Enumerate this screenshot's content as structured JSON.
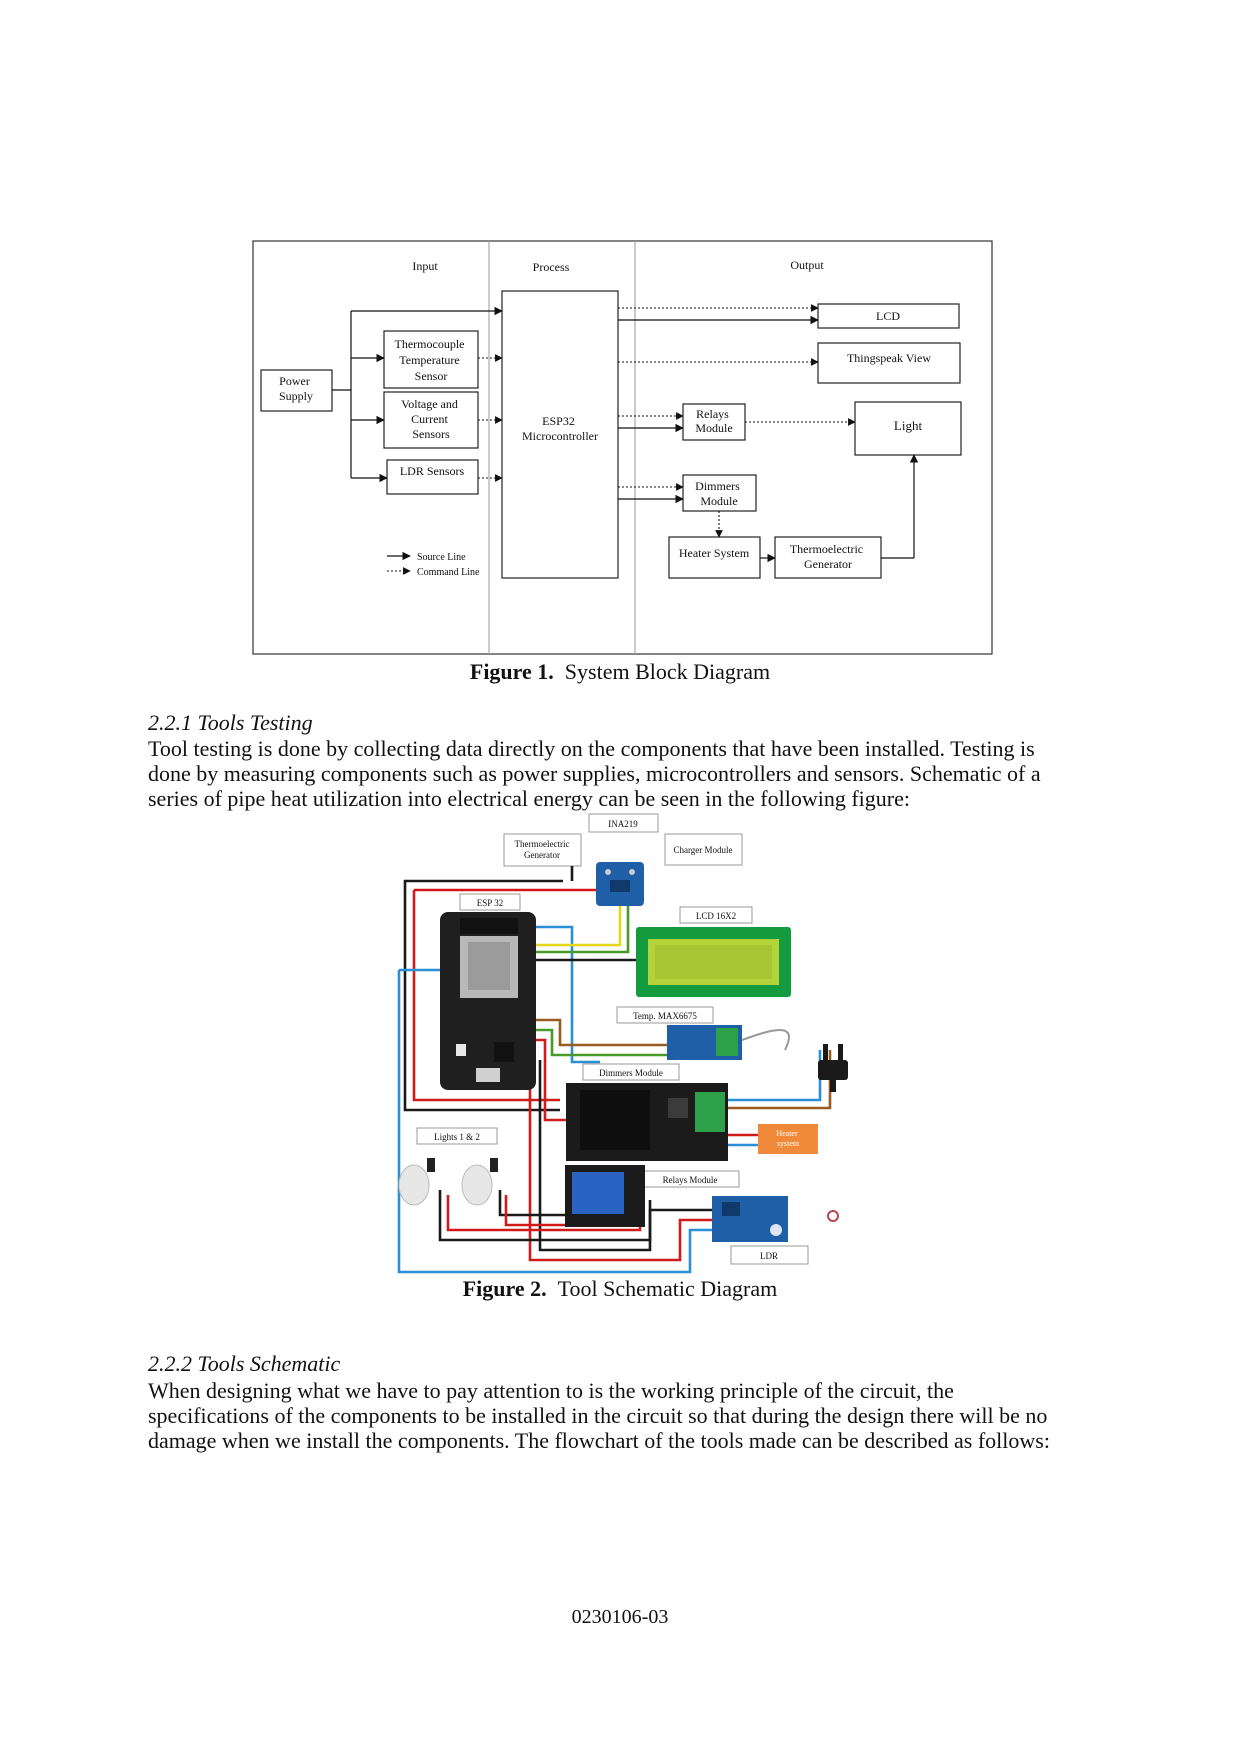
{
  "figure1": {
    "columns": {
      "input": "Input",
      "process": "Process",
      "output": "Output"
    },
    "blocks": {
      "power_supply": [
        "Power",
        "Supply"
      ],
      "thermocouple": [
        "Thermocouple",
        "Temperature",
        "Sensor"
      ],
      "voltage_current": [
        "Voltage and",
        "Current",
        "Sensors"
      ],
      "ldr": [
        "LDR Sensors"
      ],
      "esp32": [
        "ESP32",
        "Microcontroller"
      ],
      "lcd": [
        "LCD"
      ],
      "thingspeak": [
        "Thingspeak View"
      ],
      "relays": [
        "Relays",
        "Module"
      ],
      "light": [
        "Light"
      ],
      "dimmers": [
        "Dimmers",
        "Module"
      ],
      "heater": [
        "Heater System"
      ],
      "teg": [
        "Thermoelectric",
        "Generator"
      ]
    },
    "legend": {
      "source": "Source Line",
      "command": "Command Line"
    },
    "caption_label": "Figure 1.",
    "caption_text": "System Block Diagram"
  },
  "section_221": {
    "heading": "2.2.1 Tools Testing",
    "lines": [
      "Tool testing is done by collecting data directly on the components that have been installed. Testing is",
      "done by measuring components such as power supplies, microcontrollers and sensors. Schematic of a",
      "series of pipe heat utilization into electrical energy can be seen in the following figure:"
    ]
  },
  "figure2": {
    "labels": {
      "ina219": "INA219",
      "teg": [
        "Thermoelectric",
        "Generator"
      ],
      "charger": "Charger Module",
      "esp32": "ESP 32",
      "lcd": "LCD 16X2",
      "temp": "Temp. MAX6675",
      "dimmers": "Dimmers Module",
      "heater": [
        "Heater",
        "system"
      ],
      "lights": "Lights 1 & 2",
      "relays": "Relays Module",
      "ldr": "LDR"
    },
    "caption_label": "Figure 2.",
    "caption_text": "Tool Schematic Diagram"
  },
  "section_222": {
    "heading": "2.2.2 Tools Schematic",
    "lines": [
      "When designing what we have to pay attention to is the working principle of the circuit, the",
      "specifications of the components to be installed in the circuit so that during the design there will be no",
      "damage when we install the components. The flowchart of the tools made can be described as follows:"
    ]
  },
  "page_number": "0230106-03",
  "colors": {
    "board": "#1f1f1f",
    "wire_red": "#d11a1a",
    "wire_blue": "#2b8fd6",
    "wire_yellow": "#e8d51a",
    "wire_green": "#4a9a2a",
    "wire_brown": "#9b5a1e",
    "lcd_screen": "#b4d33a",
    "lcd_frame": "#149b3e",
    "module_blue": "#1e5fa8",
    "heater_box": "#f08a3a"
  }
}
